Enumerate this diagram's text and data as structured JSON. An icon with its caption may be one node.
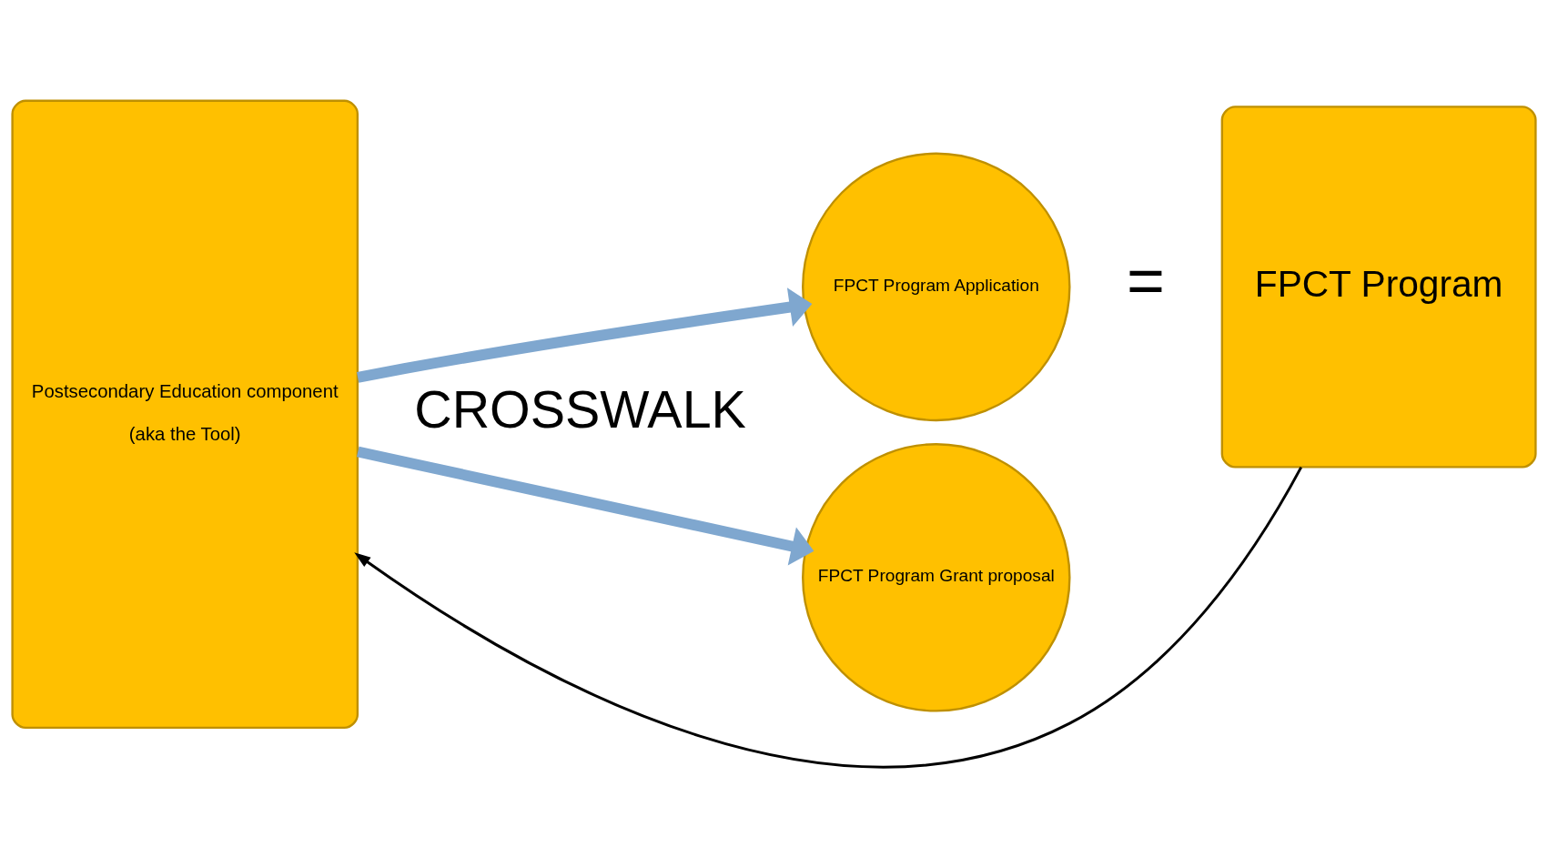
{
  "diagram": {
    "nodes": [
      {
        "text": [
          "Postsecondary Education component",
          "(aka the Tool)"
        ]
      },
      {
        "text": [
          "FPCT Program Application"
        ]
      },
      {
        "text": [
          "FPCT Program Grant proposal"
        ]
      },
      {
        "text": [
          "FPCT Program"
        ]
      }
    ],
    "edges": [
      {
        "from": 0,
        "to": 1,
        "arrow": "to"
      },
      {
        "from": 0,
        "to": 2,
        "arrow": "to"
      },
      {
        "from": 3,
        "to": 0,
        "arrow": "to",
        "color": "#000000"
      }
    ],
    "labels": [
      "CROSSWALK",
      "="
    ]
  }
}
